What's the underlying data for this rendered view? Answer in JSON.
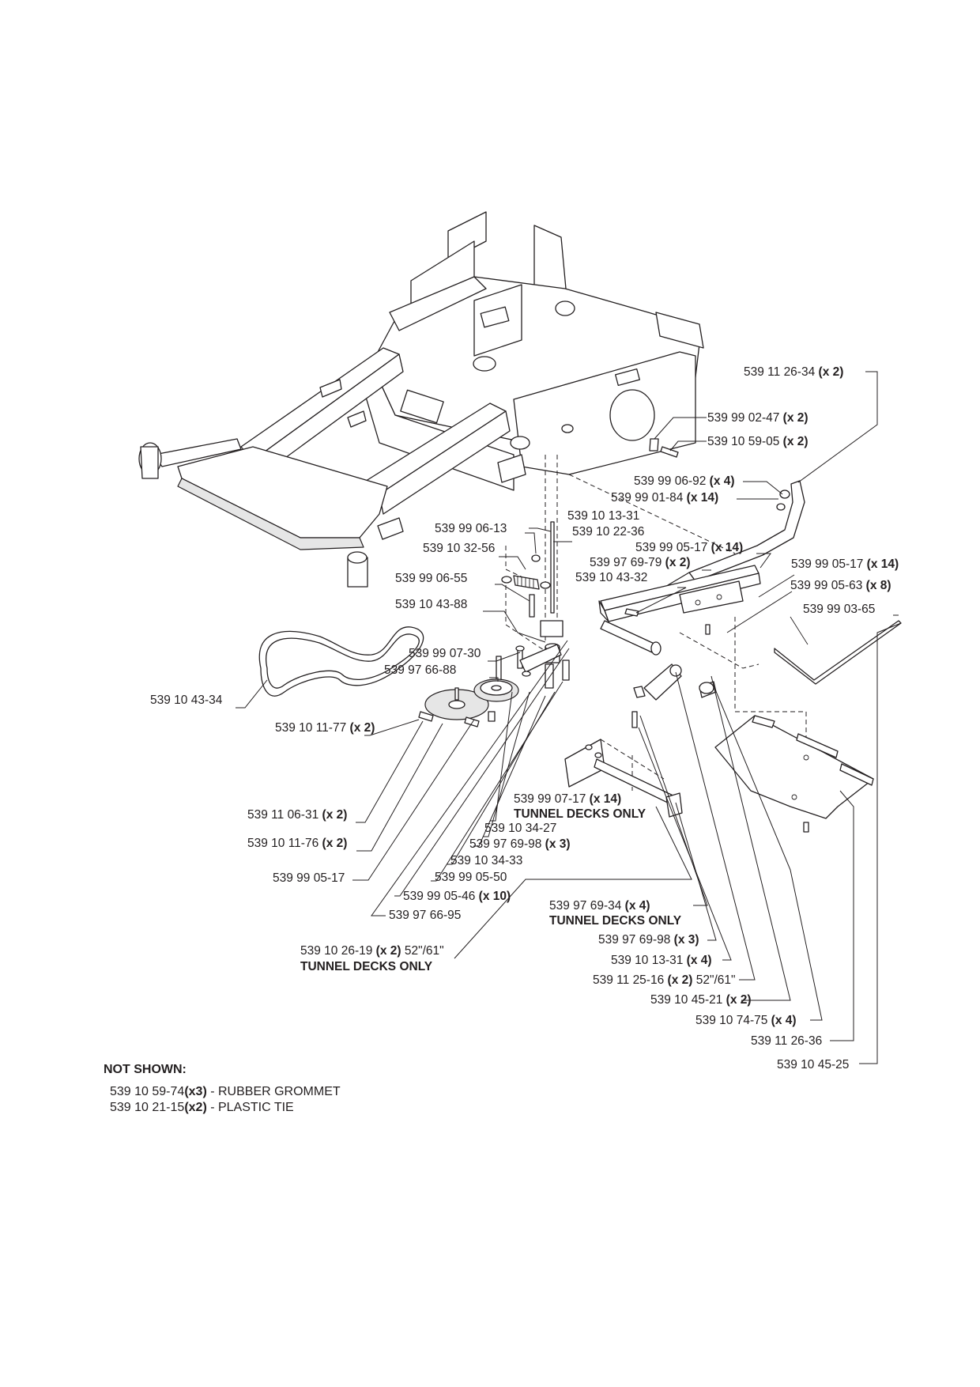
{
  "callouts": [
    {
      "part": "539 11 26-34",
      "qty": "(x 2)"
    },
    {
      "part": "539 99 02-47",
      "qty": "(x 2)"
    },
    {
      "part": "539 10 59-05",
      "qty": "(x 2)"
    },
    {
      "part": "539 99 06-92",
      "qty": "(x 4)"
    },
    {
      "part": "539 99 01-84",
      "qty": "(x 14)"
    },
    {
      "part": "539 10 13-31",
      "qty": ""
    },
    {
      "part": "539 99 06-13",
      "qty": ""
    },
    {
      "part": "539 10 22-36",
      "qty": ""
    },
    {
      "part": "539 99 05-17",
      "qty": "(x 14)"
    },
    {
      "part": "539 10 32-56",
      "qty": ""
    },
    {
      "part": "539 97 69-79",
      "qty": "(x 2)"
    },
    {
      "part": "539 99 05-17",
      "qty": "(x 14)"
    },
    {
      "part": "539 10 43-32",
      "qty": ""
    },
    {
      "part": "539 99 06-55",
      "qty": ""
    },
    {
      "part": "539 99 05-63",
      "qty": "(x 8)"
    },
    {
      "part": "539 10 43-88",
      "qty": ""
    },
    {
      "part": "539 99 03-65",
      "qty": ""
    },
    {
      "part": "539 99 07-30",
      "qty": ""
    },
    {
      "part": "539 97 66-88",
      "qty": ""
    },
    {
      "part": "539 10 43-34",
      "qty": ""
    },
    {
      "part": "539 10 11-77",
      "qty": "(x 2)"
    },
    {
      "part": "539 99 07-17",
      "qty": "(x 14)",
      "note": "TUNNEL DECKS ONLY"
    },
    {
      "part": "539 11 06-31",
      "qty": "(x 2)"
    },
    {
      "part": "539 10 34-27",
      "qty": ""
    },
    {
      "part": "539 97 69-98",
      "qty": "(x 3)"
    },
    {
      "part": "539 10 11-76",
      "qty": "(x 2)"
    },
    {
      "part": "539 10 34-33",
      "qty": ""
    },
    {
      "part": "539 99 05-17",
      "qty": ""
    },
    {
      "part": "539 99 05-50",
      "qty": ""
    },
    {
      "part": "539 99 05-46",
      "qty": "(x 10)"
    },
    {
      "part": "539 97 69-34",
      "qty": "(x 4)",
      "note": "TUNNEL DECKS ONLY"
    },
    {
      "part": "539 97 66-95",
      "qty": ""
    },
    {
      "part": "539 10 26-19",
      "qty": "(x 2)",
      "suffix": "52\"/61\"",
      "note": "TUNNEL DECKS ONLY"
    },
    {
      "part": "539 97 69-98",
      "qty": "(x 3)"
    },
    {
      "part": "539 10 13-31",
      "qty": "(x 4)"
    },
    {
      "part": "539 11 25-16",
      "qty": "(x 2)",
      "suffix": "52\"/61\""
    },
    {
      "part": "539 10 45-21",
      "qty": "(x 2)"
    },
    {
      "part": "539 10 74-75",
      "qty": "(x 4)"
    },
    {
      "part": "539 11 26-36",
      "qty": ""
    },
    {
      "part": "539 10 45-25",
      "qty": ""
    }
  ],
  "not_shown": {
    "title": "NOT SHOWN:",
    "items": [
      {
        "part": "539 10 59-74",
        "qty": "(x3)",
        "desc": " - RUBBER GROMMET"
      },
      {
        "part": "539 10 21-15",
        "qty": "(x2)",
        "desc": " - PLASTIC TIE"
      }
    ]
  }
}
